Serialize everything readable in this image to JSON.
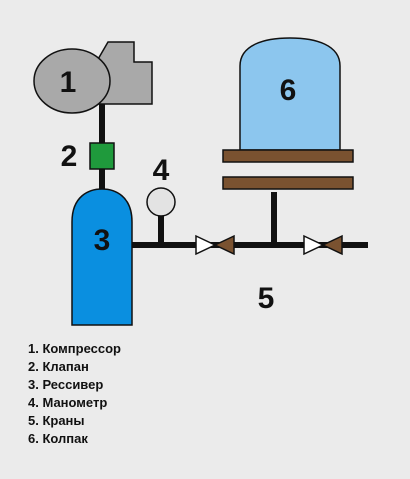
{
  "labels": {
    "compressor_num": "1",
    "valve_num": "2",
    "receiver_num": "3",
    "gauge_num": "4",
    "taps_num": "5",
    "cap_num": "6"
  },
  "legend": [
    "1. Компрессор",
    "2. Клапан",
    "3. Рессивер",
    "4. Манометр",
    "5. Краны",
    "6. Колпак"
  ],
  "colors": {
    "background": "#ebebeb",
    "compressor": "#a9a9a9",
    "valve": "#1f9a3c",
    "receiver": "#0a8fe0",
    "cap": "#8cc6ee",
    "plate": "#7a5230",
    "pipe": "#111111",
    "gauge": "#e3e3e3",
    "tap_left": "#ffffff",
    "tap_right": "#7a5230"
  }
}
